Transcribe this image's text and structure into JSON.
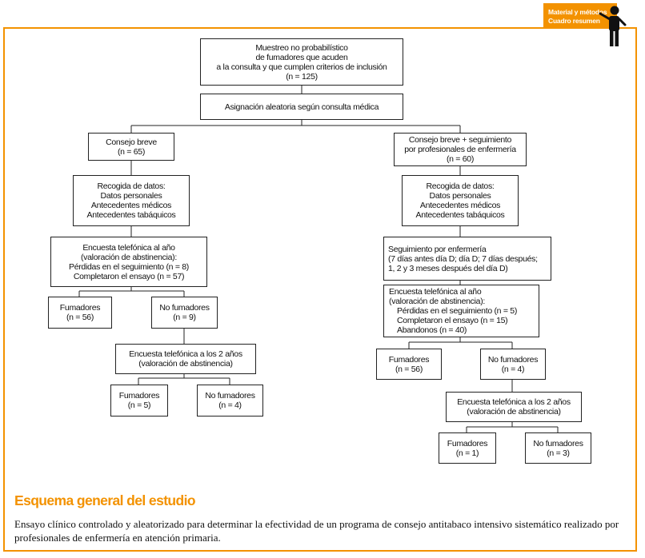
{
  "header": {
    "tag_line1": "Material y métodos",
    "tag_line2": "Cuadro resumen",
    "accent_color": "#f39200",
    "icon": "pointing-person-icon"
  },
  "diagram": {
    "root": {
      "lines": [
        "Muestreo no probabilístico",
        "de fumadores que acuden",
        "a la consulta y que cumplen criterios de inclusión",
        "(n = 125)"
      ]
    },
    "randomization": {
      "lines": [
        "Asignación aleatoria según consulta médica"
      ]
    },
    "left": {
      "group": {
        "lines": [
          "Consejo breve",
          "(n = 65)"
        ]
      },
      "data_collection": {
        "lines": [
          "Recogida de datos:",
          "Datos personales",
          "Antecedentes médicos",
          "Antecedentes tabáquicos"
        ]
      },
      "survey_1y": {
        "lines": [
          "Encuesta telefónica al año",
          "(valoración de abstinencia):",
          "Pérdidas en el seguimiento (n = 8)",
          "Completaron el ensayo (n = 57)"
        ]
      },
      "smokers_1y": {
        "lines": [
          "Fumadores",
          "(n = 56)"
        ]
      },
      "nonsmokers_1y": {
        "lines": [
          "No fumadores",
          "(n = 9)"
        ]
      },
      "survey_2y": {
        "lines": [
          "Encuesta telefónica a los 2 años",
          "(valoración de abstinencia)"
        ]
      },
      "smokers_2y": {
        "lines": [
          "Fumadores",
          "(n = 5)"
        ]
      },
      "nonsmokers_2y": {
        "lines": [
          "No fumadores",
          "(n = 4)"
        ]
      }
    },
    "right": {
      "group": {
        "lines": [
          "Consejo breve + seguimiento",
          "por profesionales de enfermería",
          "(n = 60)"
        ]
      },
      "data_collection": {
        "lines": [
          "Recogida de datos:",
          "Datos personales",
          "Antecedentes médicos",
          "Antecedentes tabáquicos"
        ]
      },
      "nursing_followup": {
        "lines": [
          "Seguimiento por enfermería",
          "(7 días antes día D; día D; 7 días después;",
          "1, 2 y 3 meses después del día D)"
        ]
      },
      "survey_1y": {
        "lines": [
          "Encuesta telefónica al año",
          "(valoración de abstinencia):",
          "Pérdidas en el seguimiento (n = 5)",
          "Completaron el ensayo (n = 15)",
          "Abandonos (n = 40)"
        ]
      },
      "smokers_1y": {
        "lines": [
          "Fumadores",
          "(n = 56)"
        ]
      },
      "nonsmokers_1y": {
        "lines": [
          "No fumadores",
          "(n = 4)"
        ]
      },
      "survey_2y": {
        "lines": [
          "Encuesta telefónica a los 2 años",
          "(valoración de abstinencia)"
        ]
      },
      "smokers_2y": {
        "lines": [
          "Fumadores",
          "(n = 1)"
        ]
      },
      "nonsmokers_2y": {
        "lines": [
          "No fumadores",
          "(n = 3)"
        ]
      }
    }
  },
  "section_title": "Esquema general del estudio",
  "caption": "Ensayo clínico controlado y aleatorizado para determinar la efectividad de un programa de consejo antitabaco intensivo sistemático realizado por profesionales de enfermería en atención primaria."
}
